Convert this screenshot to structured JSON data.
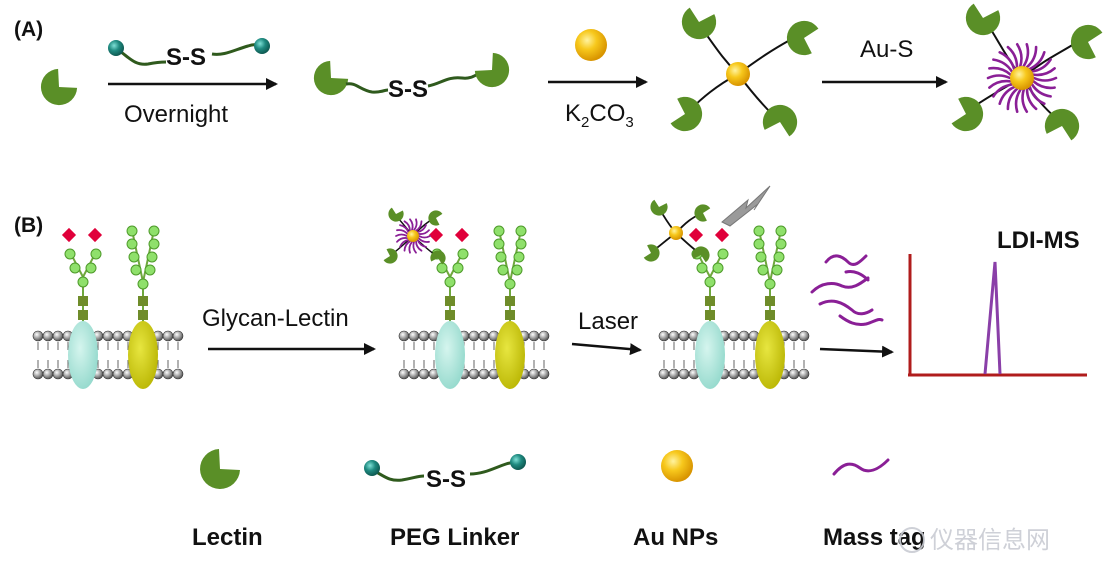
{
  "panel_a": {
    "label": "(A)",
    "linker_text": "S-S",
    "arrow1_label": "Overnight",
    "arrow2_label_main": "K",
    "arrow2_sub1": "2",
    "arrow2_mid": "CO",
    "arrow2_sub2": "3",
    "arrow3_label": "Au-S"
  },
  "panel_b": {
    "label": "(B)",
    "arrow1_label": "Glycan-Lectin",
    "arrow2_label": "Laser",
    "spectrum_label": "LDI-MS"
  },
  "legend": {
    "items": [
      {
        "label": "Lectin",
        "icon": "lectin-icon"
      },
      {
        "label": "PEG Linker",
        "icon": "peg-linker-icon"
      },
      {
        "label": "Au NPs",
        "icon": "au-nanoparticle-icon"
      },
      {
        "label": "Mass tag",
        "icon": "mass-tag-icon"
      }
    ],
    "linker_text": "S-S"
  },
  "watermark": {
    "text": "仪器信息网"
  },
  "colors": {
    "lectin": "#5a8f27",
    "linker_line": "#2f5a1d",
    "linker_bead": "#1f8a80",
    "gold": "#f3b400",
    "mass_tag": "#8a1f96",
    "spectrum_axis": "#b01c1c",
    "spectrum_peak": "#8a3fa8",
    "glycan_green": "#7dd35f",
    "glycan_square": "#6f8c2a",
    "sialic_red": "#e0003a",
    "protein_cyan": "#a7e3da",
    "protein_yellow": "#c8c800",
    "membrane": "#888888"
  }
}
